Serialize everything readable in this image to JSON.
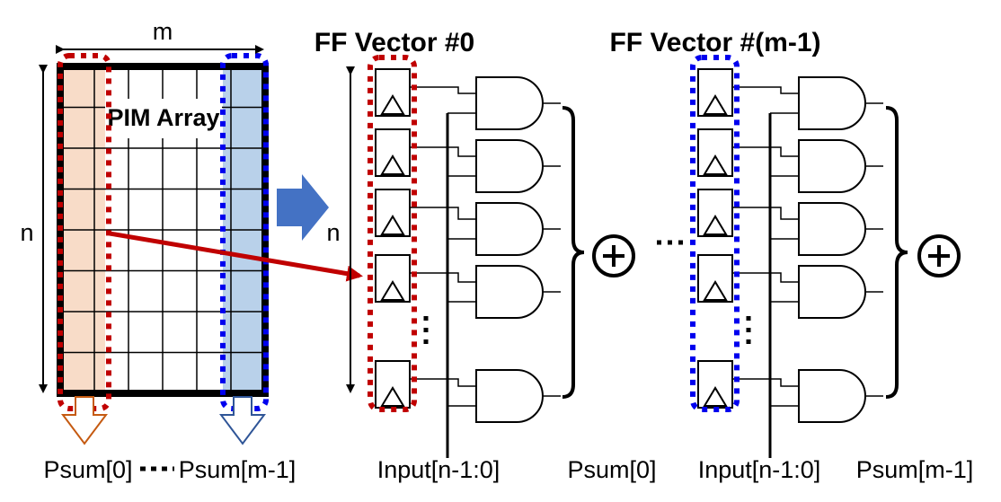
{
  "pim_array": {
    "label": "PIM Array",
    "dim_cols": "m",
    "dim_rows": "n",
    "rows": 8,
    "cols": 6,
    "first_col_color": "#f8dcc8",
    "last_col_color": "#b9d1ea"
  },
  "outputs": {
    "psum_first": "Psum[0]",
    "psum_last": "Psum[m-1]"
  },
  "ff_vectors": [
    {
      "title": "FF Vector #0",
      "dim": "n",
      "input_label": "Input[n-1:0]",
      "sum_label": "Psum[0]",
      "outline_color": "#c00000"
    },
    {
      "title": "FF Vector #(m-1)",
      "input_label": "Input[n-1:0]",
      "sum_label": "Psum[m-1]",
      "outline_color": "#0000ee"
    }
  ],
  "colors": {
    "red": "#c00000",
    "blue": "#0000ee",
    "arrow_fill": "#4472c4",
    "orange_arrow": "#c55a11",
    "blue_arrow": "#2f5597"
  },
  "icons": [
    "big-right-arrow-icon",
    "adder-circle-plus-icon",
    "flip-flop-icon",
    "and-gate-icon"
  ]
}
